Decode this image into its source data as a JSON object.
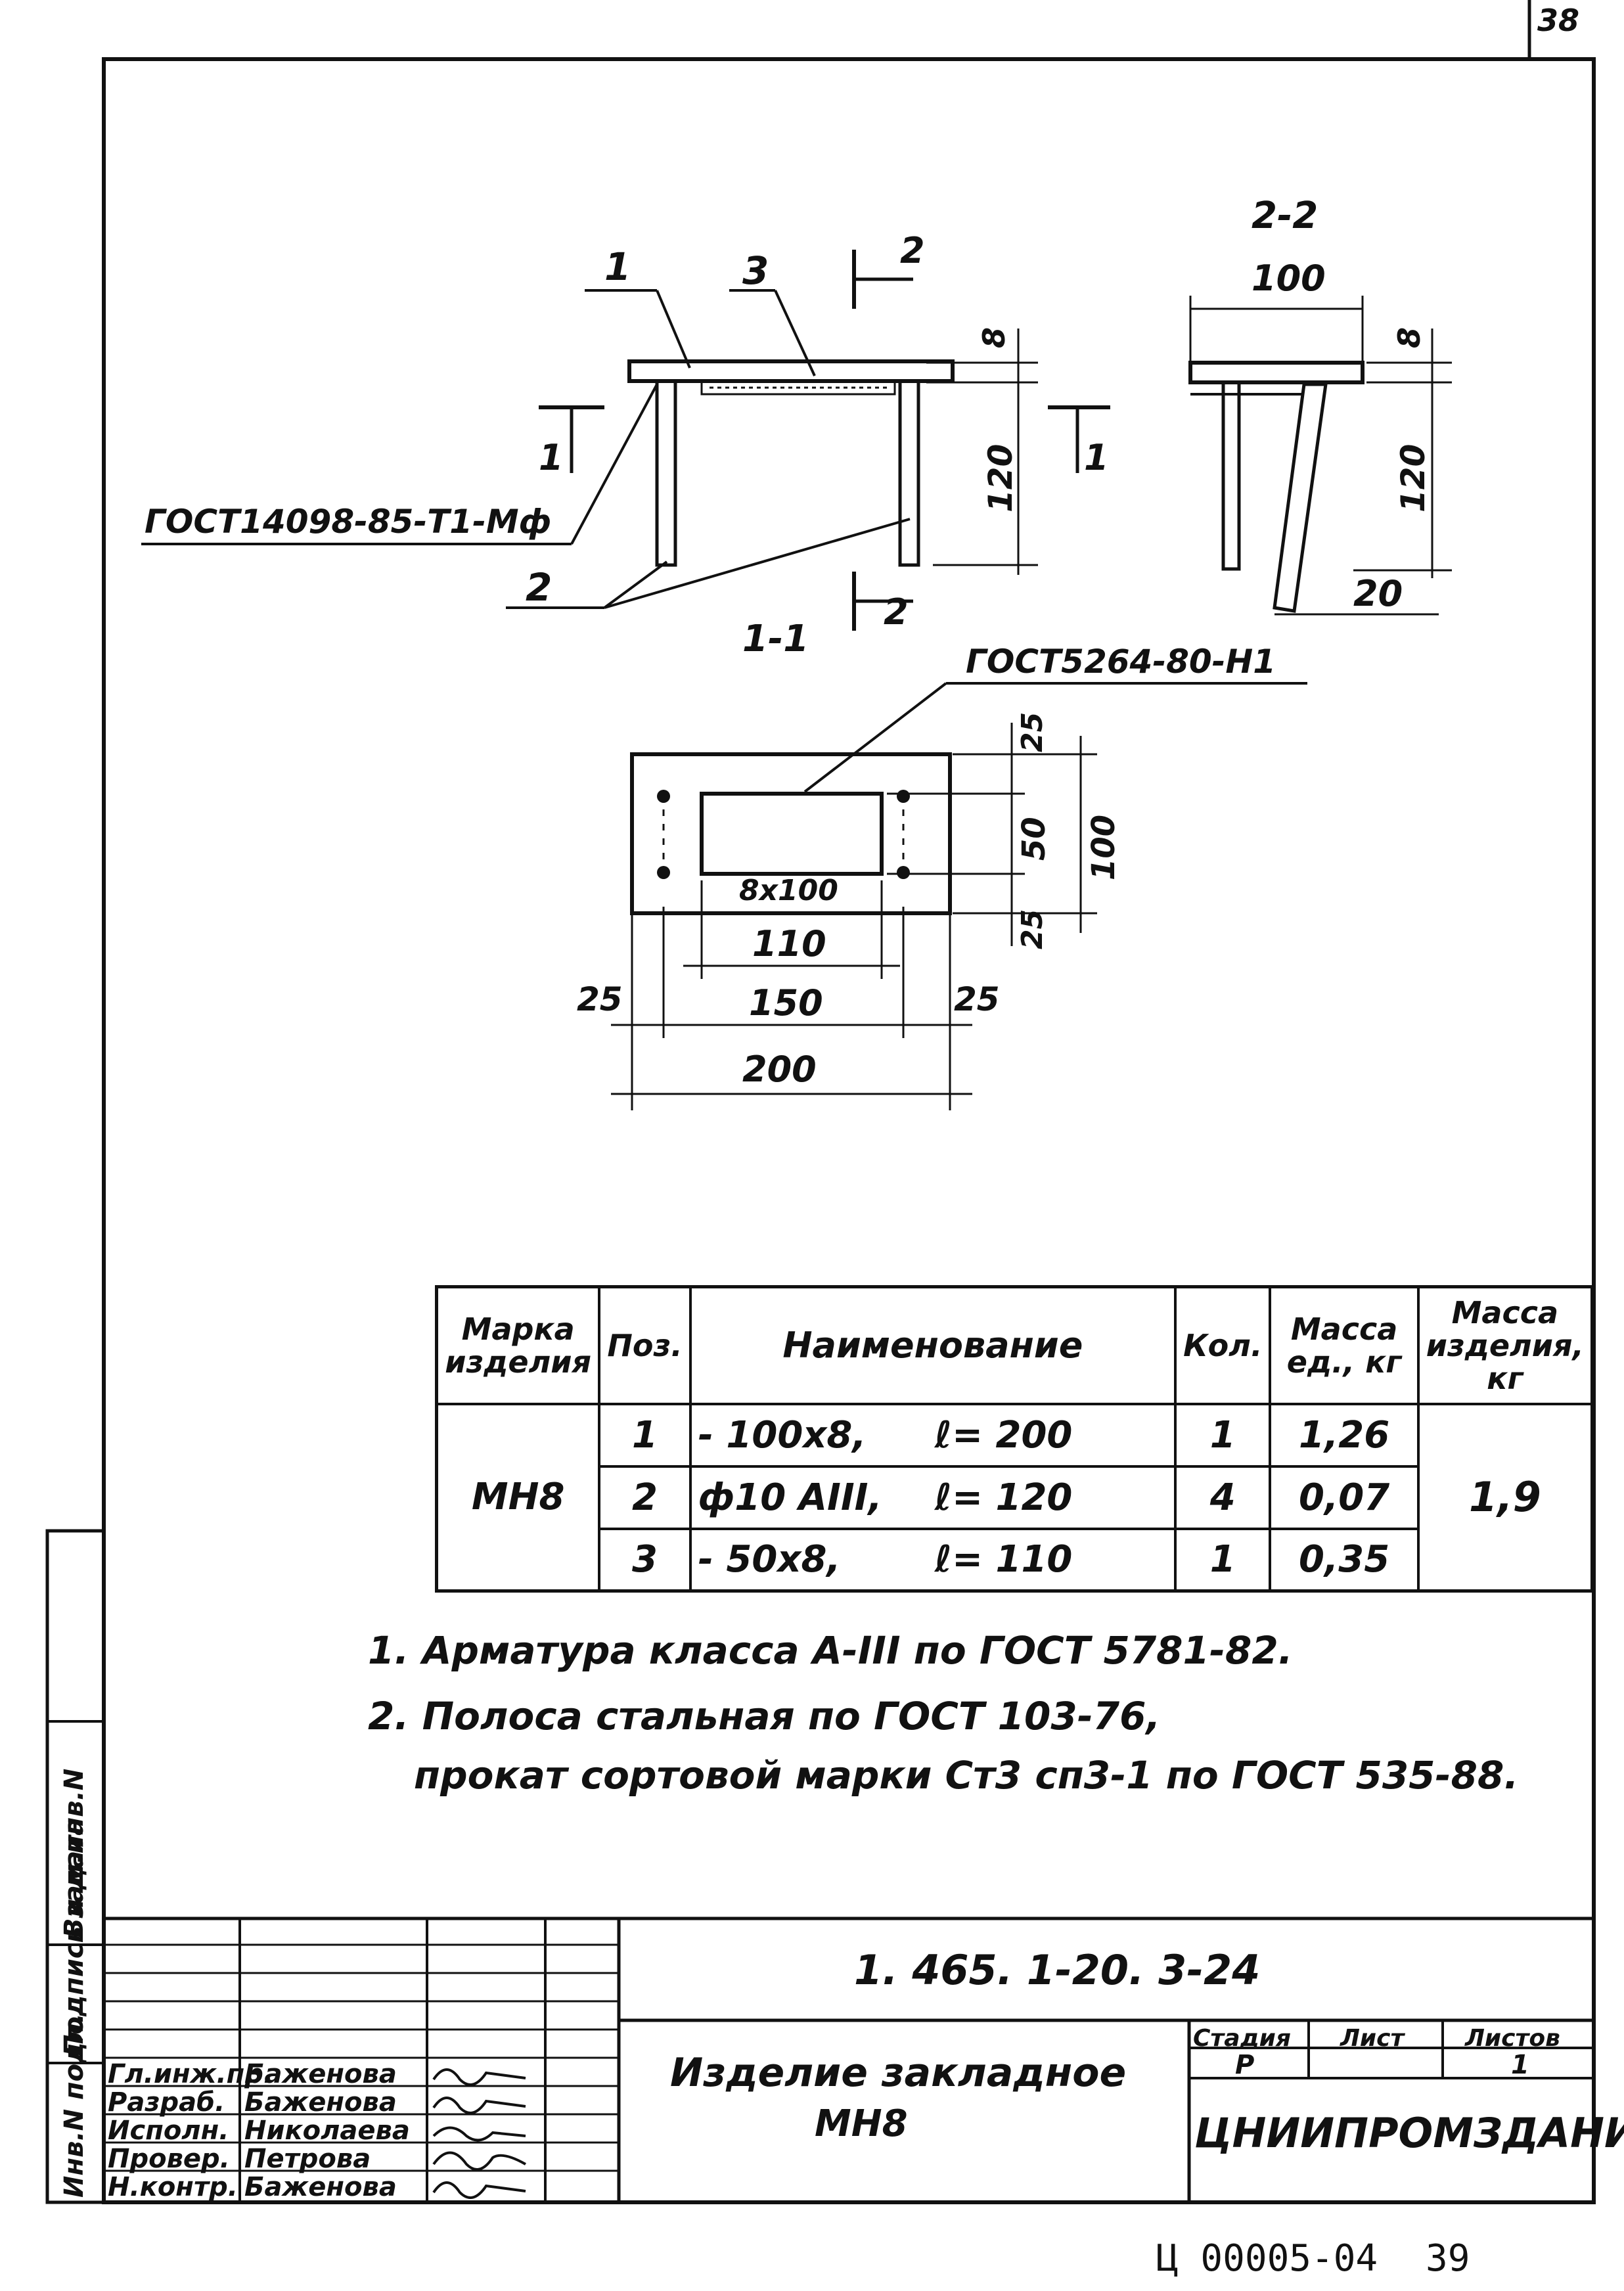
{
  "sheet": {
    "page_number": "38",
    "footer_code": "Ц 00005-04",
    "footer_page": "39"
  },
  "drawing": {
    "top_view": {
      "positions": [
        "1",
        "3",
        "2"
      ],
      "section_marks": [
        "2",
        "2",
        "1",
        "1"
      ],
      "weld_callout": "ГОСТ14098-85-Т1-Мф",
      "dims": {
        "plate_thickness": "8",
        "height": "120"
      }
    },
    "side_view": {
      "title": "2-2",
      "dims": {
        "width": "100",
        "thickness": "8",
        "height": "120",
        "offset": "20"
      }
    },
    "plan_view": {
      "title": "1-1",
      "weld_callout": "ГОСТ5264-80-Н1",
      "strip_label": "8x100",
      "dims": {
        "top": "25",
        "middle": "50",
        "bottom": "25",
        "total_height": "100",
        "inner": "110",
        "span": "150",
        "left": "25",
        "right": "25",
        "total": "200"
      }
    }
  },
  "spec_table": {
    "headers": {
      "mark": [
        "Марка",
        "изделия"
      ],
      "pos": "Поз.",
      "name": "Наименование",
      "qty": "Кол.",
      "unit_mass": [
        "Масса",
        "ед., кг"
      ],
      "item_mass": [
        "Масса",
        "изделия,",
        "кг"
      ]
    },
    "mark": "МН8",
    "item_mass": "1,9",
    "rows": [
      {
        "pos": "1",
        "name": "- 100x8,",
        "length": "ℓ= 200",
        "qty": "1",
        "mass": "1,26"
      },
      {
        "pos": "2",
        "name": "ф10 AIII,",
        "length": "ℓ= 120",
        "qty": "4",
        "mass": "0,07"
      },
      {
        "pos": "3",
        "name": "- 50x8,",
        "length": "ℓ= 110",
        "qty": "1",
        "mass": "0,35"
      }
    ]
  },
  "notes": [
    "1. Арматура класса А-III по ГОСТ 5781-82.",
    "2. Полоса стальная по ГОСТ 103-76,",
    "прокат сортовой марки Ст3 сп3-1 по ГОСТ 535-88."
  ],
  "title_block": {
    "doc_code": "1. 465. 1-20. 3-24",
    "item_name": "Изделие закладное",
    "item_mark": "МН8",
    "stage_header": "Стадия",
    "sheet_header": "Лист",
    "sheets_header": "Листов",
    "stage": "Р",
    "sheet": "",
    "sheets": "1",
    "organization": "ЦНИИПРОМЗДАНИЙ",
    "signers": [
      {
        "role": "Гл.инж.пр.",
        "name": "Баженова"
      },
      {
        "role": "Разраб.",
        "name": "Баженова"
      },
      {
        "role": "Исполн.",
        "name": "Николаева"
      },
      {
        "role": "Провер.",
        "name": "Петрова"
      },
      {
        "role": "Н.контр.",
        "name": "Баженова"
      }
    ]
  },
  "side_strip": [
    "Инв.N подл.",
    "Подпись и дата",
    "Взам.инв.N"
  ]
}
